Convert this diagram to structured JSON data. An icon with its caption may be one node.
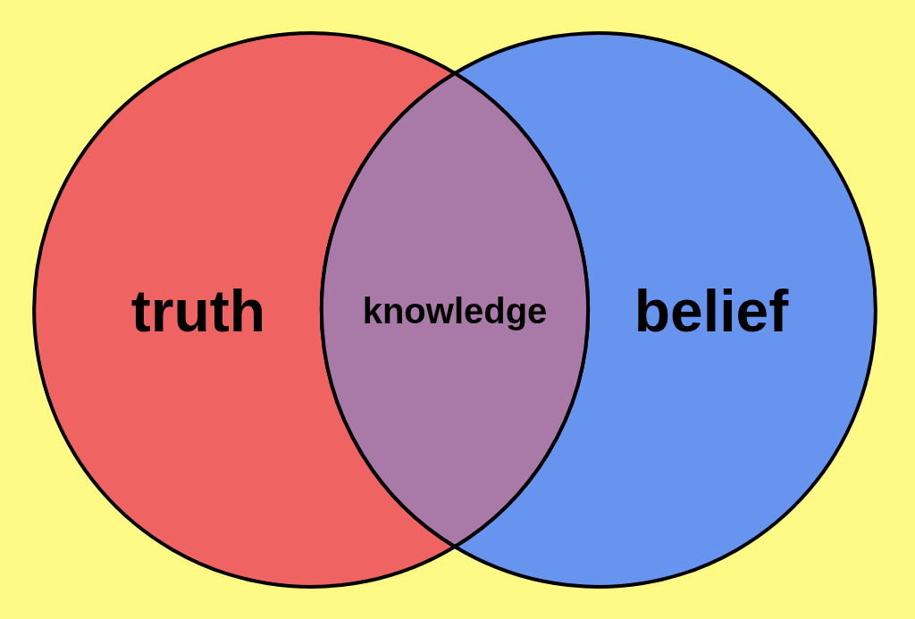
{
  "diagram": {
    "nodes": [
      {
        "text": [
          "truth"
        ]
      },
      {
        "text": [
          "belief"
        ]
      },
      {
        "text": [
          "knowledge"
        ]
      }
    ],
    "edges": []
  }
}
